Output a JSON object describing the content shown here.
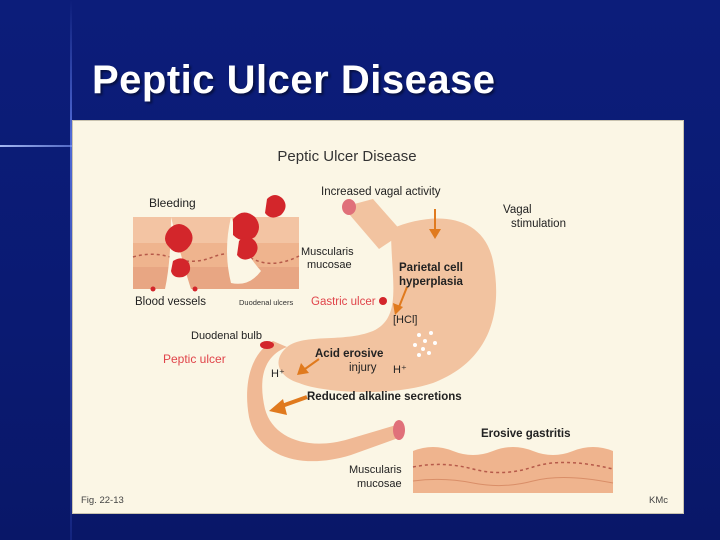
{
  "slide": {
    "title": "Peptic Ulcer Disease"
  },
  "figure": {
    "title": "Peptic Ulcer Disease",
    "labels": {
      "increased_vagal": "Increased  vagal  activity",
      "vagal_1": "Vagal",
      "vagal_2": "stimulation",
      "bleeding": "Bleeding",
      "muscularis_1": "Muscularis",
      "muscularis_2": "mucosae",
      "parietal_1": "Parietal cell",
      "parietal_2": "hyperplasia",
      "blood_vessels": "Blood vessels",
      "duodenal_ulcers": "Duodenal ulcers",
      "gastric_ulcer": "Gastric ulcer",
      "hcl": "[HCl]",
      "duodenal_bulb": "Duodenal bulb",
      "acid_erosive_1": "Acid erosive",
      "acid_erosive_2": "injury",
      "peptic_ulcer": "Peptic  ulcer",
      "h_plus_left": "H⁺",
      "h_plus_right": "H⁺",
      "reduced_alkaline": "Reduced alkaline secretions",
      "erosive_gastritis": "Erosive gastritis",
      "muscularis_bottom_1": "Muscularis",
      "muscularis_bottom_2": "mucosae",
      "fig_number": "Fig. 22-13",
      "credit": "KMc"
    },
    "colors": {
      "tissue": "#efb48e",
      "tissue_dark": "#e29b73",
      "ulcer_red": "#d3262b",
      "arrow_orange": "#e07a1e",
      "highlight_red": "#e0444a"
    }
  }
}
